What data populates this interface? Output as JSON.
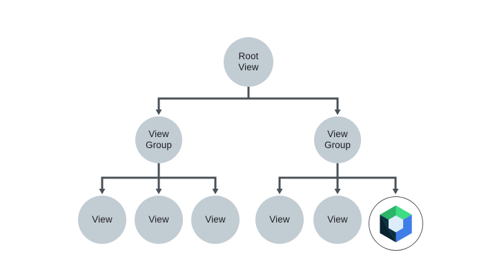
{
  "diagram": {
    "description": "View hierarchy tree diagram",
    "colors": {
      "background": "#ffffff",
      "node_fill": "#c2ccd3",
      "connector": "#4a5157",
      "text": "#1c1e21",
      "compose_ring": "#4d5358",
      "compose_green_dark": "#2ab569",
      "compose_green_light": "#3edc85",
      "compose_blue": "#3f7de8",
      "compose_navy": "#0c2f41",
      "compose_navy_dark": "#082230",
      "compose_center": "#dcecf9"
    },
    "nodes": {
      "root": {
        "line1": "Root",
        "line2": "View"
      },
      "view_group_left": {
        "line1": "View",
        "line2": "Group"
      },
      "view_group_right": {
        "line1": "View",
        "line2": "Group"
      },
      "view_1": {
        "label": "View"
      },
      "view_2": {
        "label": "View"
      },
      "view_3": {
        "label": "View"
      },
      "view_4": {
        "label": "View"
      },
      "view_5": {
        "label": "View"
      },
      "compose": {
        "icon": "jetpack-compose-logo"
      }
    }
  }
}
